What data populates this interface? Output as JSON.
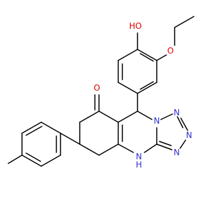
{
  "atoms": {
    "hydroxyl_o": "HO",
    "ethoxy_o": "O",
    "ketone_o": "O",
    "n_bridge": "N",
    "n_triazole_1": "N",
    "n_triazole_2": "N",
    "n_triazole_3": "N",
    "nh": "N",
    "nh_h": "H"
  },
  "colors": {
    "bond": "#000000",
    "oxygen": "#e00000",
    "nitrogen": "#3030d0",
    "background": "#ffffff"
  }
}
